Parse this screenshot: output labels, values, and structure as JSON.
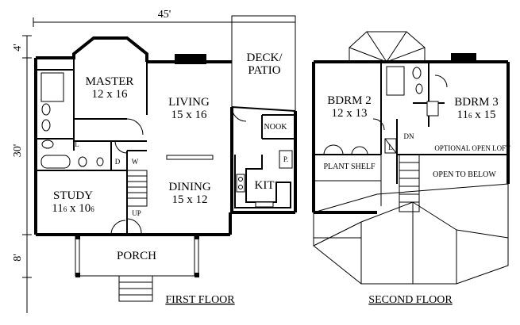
{
  "dimensions": {
    "width": "45'",
    "depth": "30'",
    "top_offset": "4'",
    "porch_depth": "8'"
  },
  "first_floor": {
    "caption": "FIRST FLOOR",
    "master": {
      "name": "MASTER",
      "size": "12 x 16"
    },
    "living": {
      "name": "LIVING",
      "size": "15 x 16"
    },
    "deck": {
      "name_line1": "DECK/",
      "name_line2": "PATIO"
    },
    "nook": "NOOK",
    "kit": "KIT",
    "pantry": "P.",
    "dining": {
      "name": "DINING",
      "size": "15 x 12"
    },
    "study": {
      "name": "STUDY",
      "size": "11",
      "size_sub": "6",
      "size_mid": " x 10",
      "size_sub2": "6"
    },
    "laundry_l": "L",
    "dw_d": "D",
    "dw_w": "W",
    "up": "UP",
    "porch": "PORCH"
  },
  "second_floor": {
    "caption": "SECOND FLOOR",
    "bdrm2": {
      "name": "BDRM 2",
      "size": "12 x 13"
    },
    "bdrm3": {
      "name": "BDRM 3",
      "size": "11",
      "size_sub": "6",
      "size_mid": " x 15"
    },
    "dn": "DN",
    "linen_l": "L",
    "optional_loft": "OPTIONAL OPEN LOFT",
    "plant_shelf": "PLANT SHELF",
    "open_below": "OPEN TO BELOW"
  }
}
